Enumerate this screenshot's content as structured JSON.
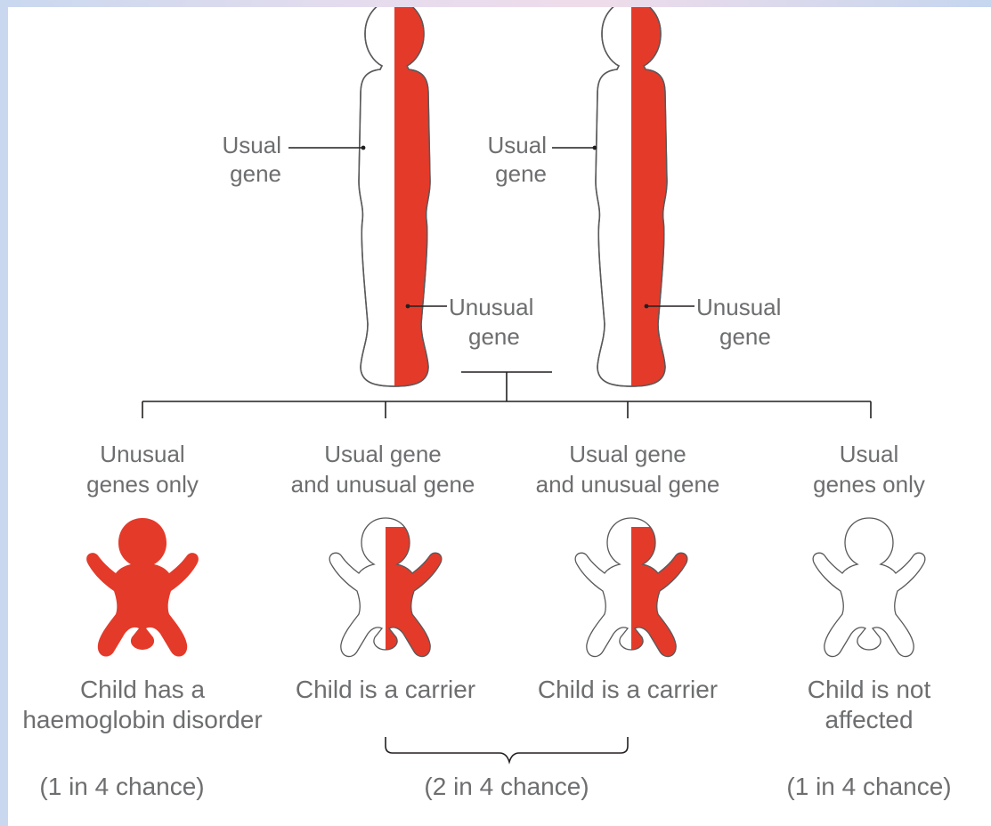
{
  "colors": {
    "unusual": "#e43a2a",
    "outline": "#58595b",
    "text": "#6d6e70",
    "line": "#231f20"
  },
  "parents": [
    {
      "usual_label": [
        "Usual",
        "gene"
      ],
      "unusual_label": [
        "Unusual",
        "gene"
      ]
    },
    {
      "usual_label": [
        "Usual",
        "gene"
      ],
      "unusual_label": [
        "Unusual",
        "gene"
      ]
    }
  ],
  "children": [
    {
      "genes": [
        "Unusual",
        "genes only"
      ],
      "fill": "full",
      "outcome": [
        "Child has a",
        "haemoglobin disorder"
      ]
    },
    {
      "genes": [
        "Usual gene",
        "and unusual gene"
      ],
      "fill": "half",
      "outcome": [
        "Child is a carrier"
      ]
    },
    {
      "genes": [
        "Usual gene",
        "and unusual gene"
      ],
      "fill": "half",
      "outcome": [
        "Child is a carrier"
      ]
    },
    {
      "genes": [
        "Usual",
        "genes only"
      ],
      "fill": "none",
      "outcome": [
        "Child is not",
        "affected"
      ]
    }
  ],
  "chances": [
    "(1 in 4 chance)",
    "(2 in 4 chance)",
    "(1 in 4 chance)"
  ]
}
